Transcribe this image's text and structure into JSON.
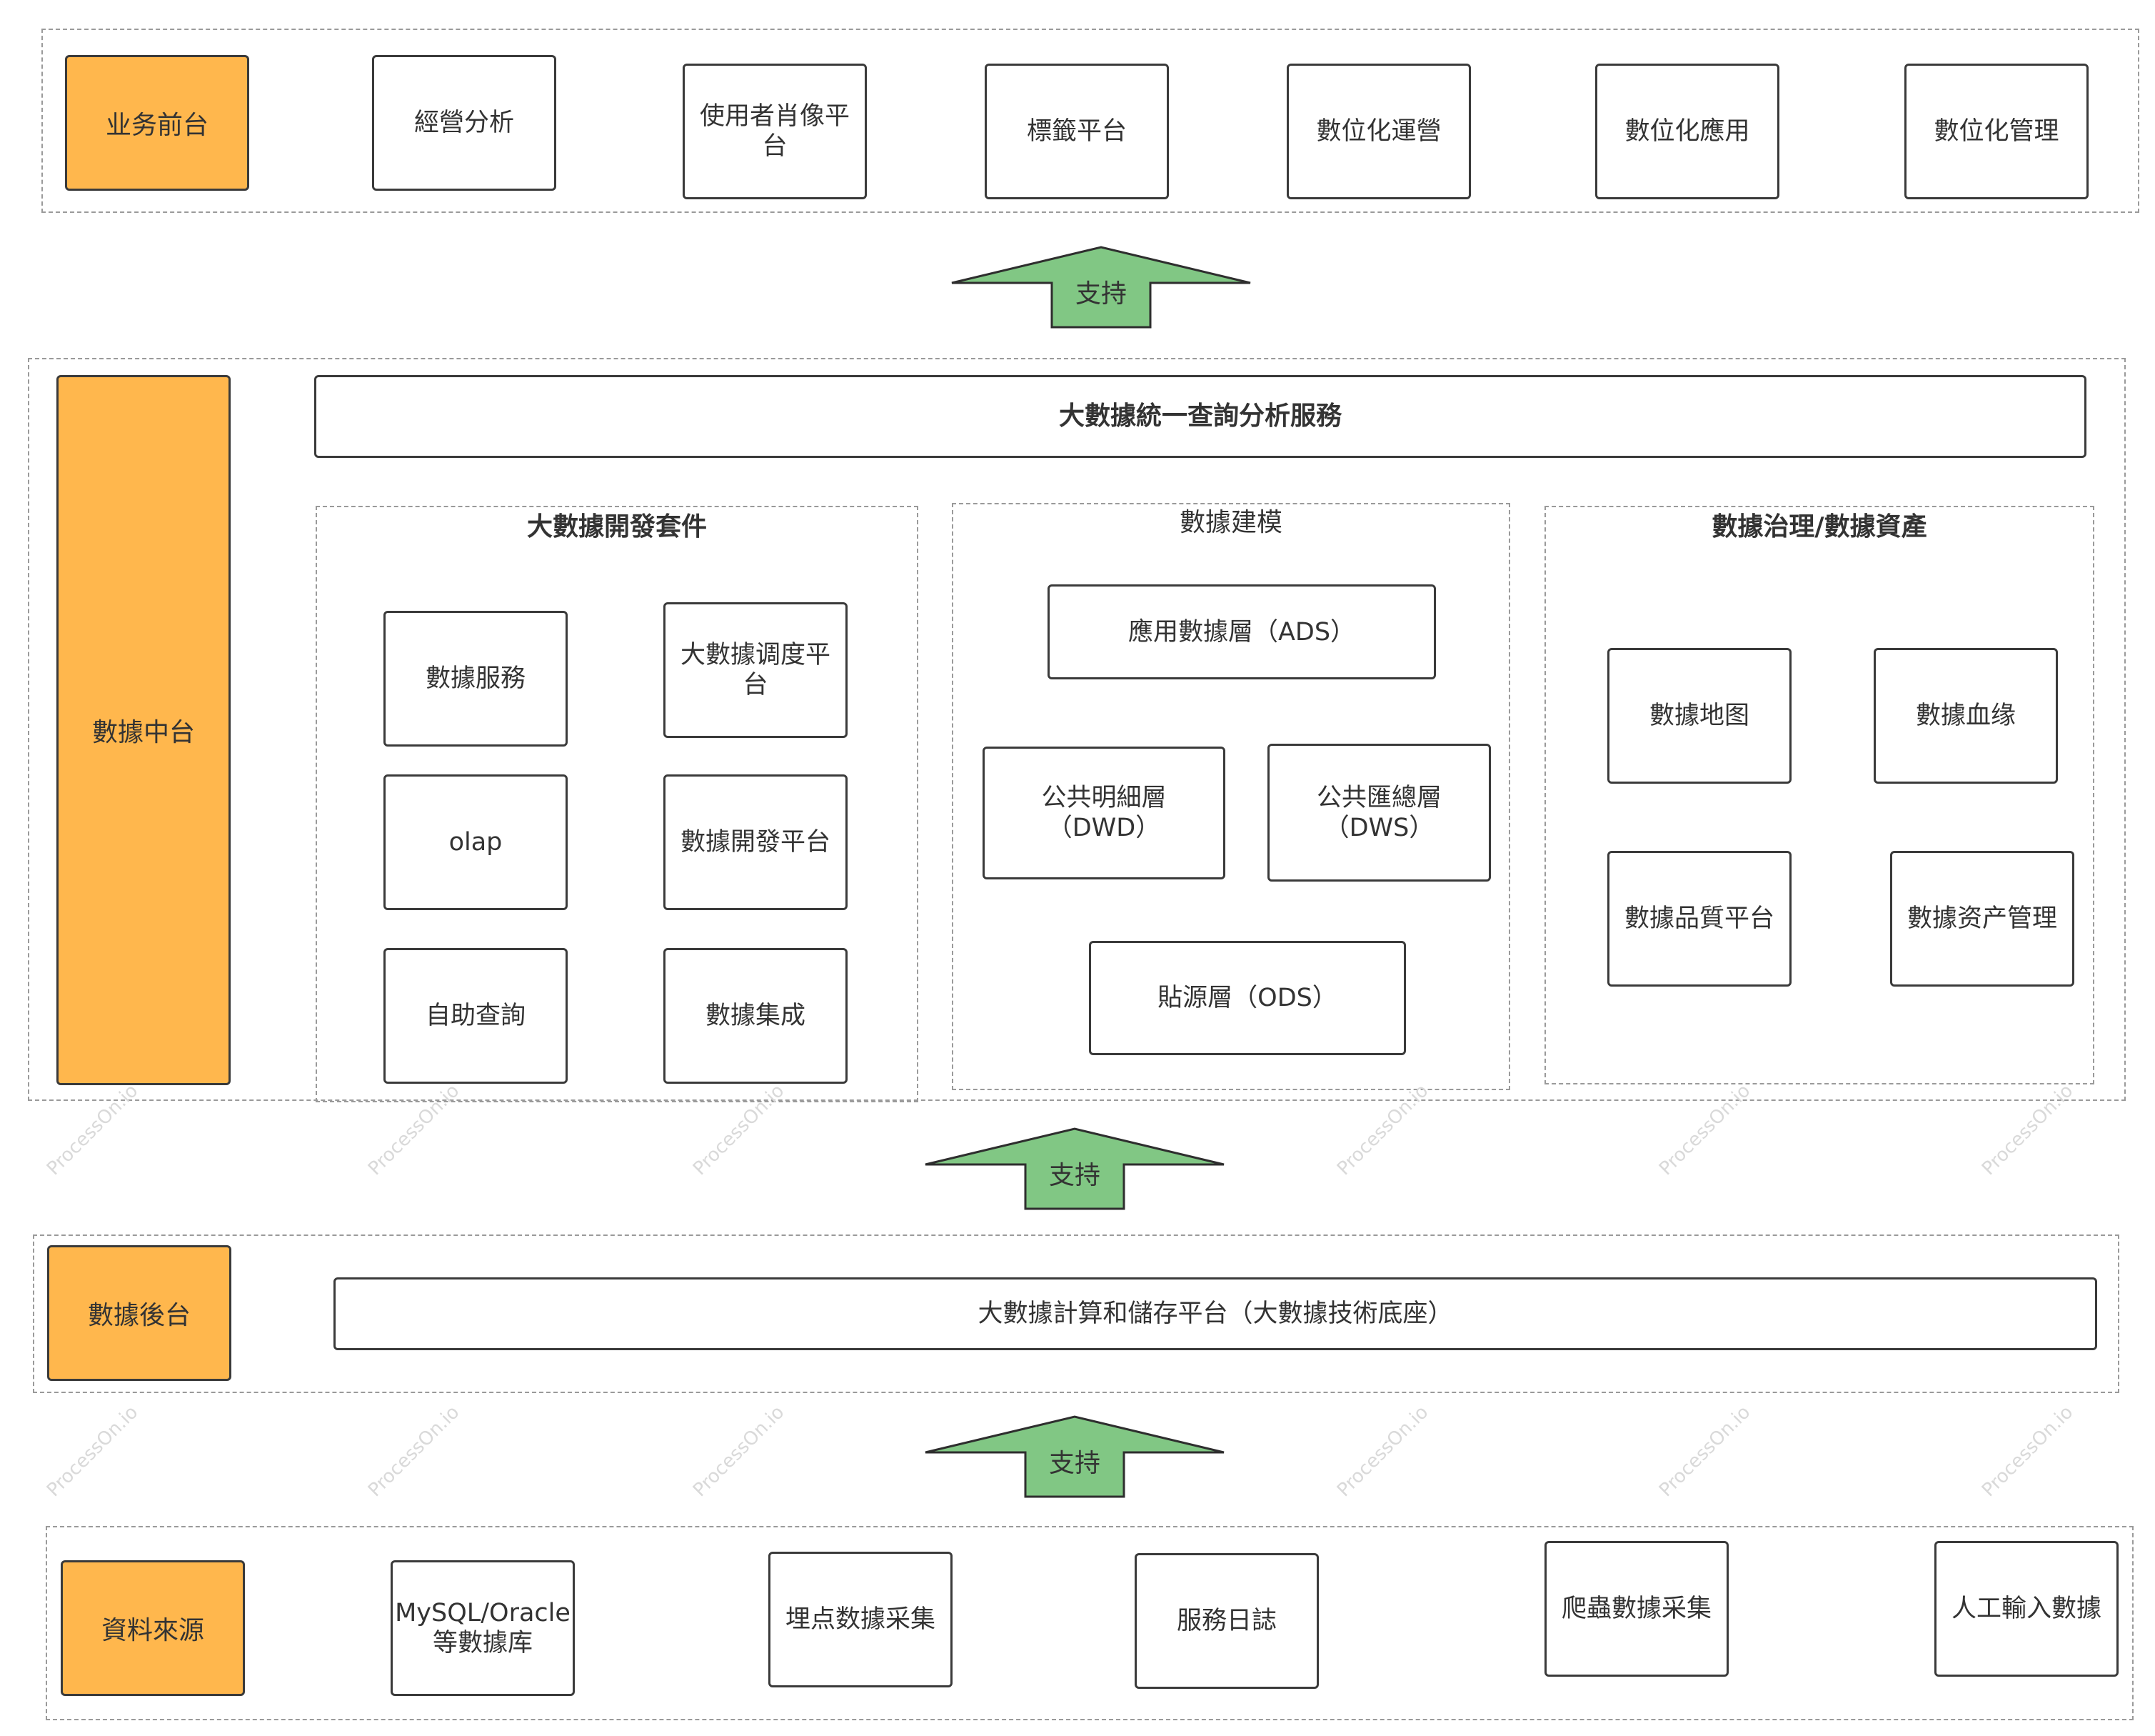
{
  "layers": {
    "front": {
      "label": "业务前台",
      "items": [
        "經營分析",
        "使用者肖像平台",
        "標籤平台",
        "數位化運營",
        "數位化應用",
        "數位化管理"
      ]
    },
    "middle": {
      "label": "數據中台",
      "query_bar": "大數據統一查詢分析服務",
      "dev_suite": {
        "title": "大數據開發套件",
        "items": [
          "數據服務",
          "大數據调度平台",
          "olap",
          "數據開發平台",
          "自助查詢",
          "數據集成"
        ]
      },
      "modeling": {
        "title": "數據建模",
        "ads": "應用數據層（ADS）",
        "dwd": "公共明細層（DWD）",
        "dws": "公共匯總層（DWS）",
        "ods": "貼源層（ODS）"
      },
      "governance": {
        "title": "數據治理/數據資產",
        "items": [
          "數據地图",
          "數據血缘",
          "數據品質平台",
          "數據资产管理"
        ]
      }
    },
    "back": {
      "label": "數據後台",
      "platform": "大數據計算和儲存平台（大數據技術底座）"
    },
    "source": {
      "label": "資料來源",
      "items": [
        "MySQL/Oracle等數據库",
        "埋点数據采集",
        "服務日誌",
        "爬蟲數據采集",
        "人工輸入數據"
      ]
    }
  },
  "arrows": [
    "支持",
    "支持",
    "支持"
  ],
  "watermark": "ProcessOn.io",
  "colors": {
    "layer_label": "#FFB74D",
    "arrow_fill": "#81C784",
    "arrow_stroke": "#2E2E2E"
  }
}
